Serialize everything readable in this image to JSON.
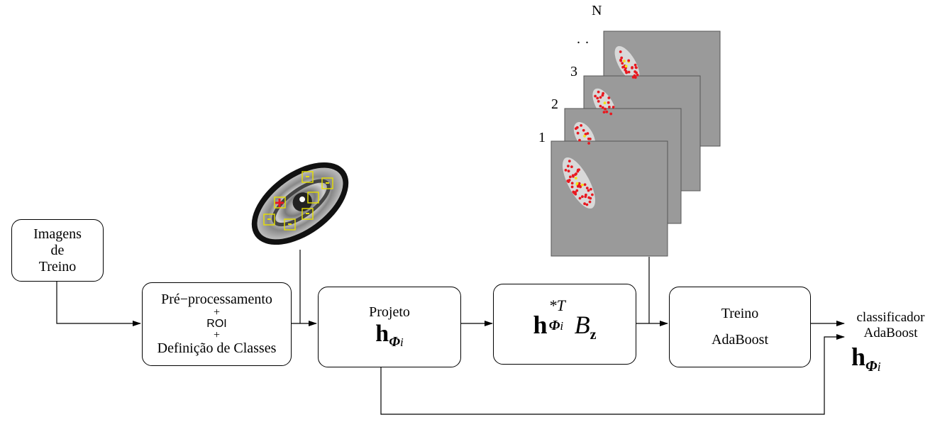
{
  "boxes": {
    "imagens": {
      "line1": "Imagens",
      "line2": "de",
      "line3": "Treino"
    },
    "preproc": {
      "line1": "Pré−processamento",
      "plus1": "+",
      "roi": "ROI",
      "plus2": "+",
      "line3": "Definição de Classes"
    },
    "projeto": {
      "title": "Projeto",
      "math_h": "h",
      "math_phi": "Φ",
      "math_i": "i"
    },
    "proj_formula": {
      "h": "h",
      "sup": "*T",
      "phi": "Φ",
      "i": "i",
      "B": "B",
      "z": "z"
    },
    "treino": {
      "line1": "Treino",
      "line2": "AdaBoost"
    }
  },
  "output": {
    "line1": "classificador",
    "line2": "AdaBoost",
    "math_h": "h",
    "math_phi": "Φ",
    "math_i": "i"
  },
  "stack": {
    "labels": [
      "1",
      "2",
      "3",
      ". .",
      "N"
    ]
  },
  "colors": {
    "panel_gray": "#9a9a9a",
    "ellipse": "#d9d9d9",
    "dots_red": "#e8181f",
    "dots_yellow": "#f2e21b",
    "roi_box": "#e8e000"
  }
}
